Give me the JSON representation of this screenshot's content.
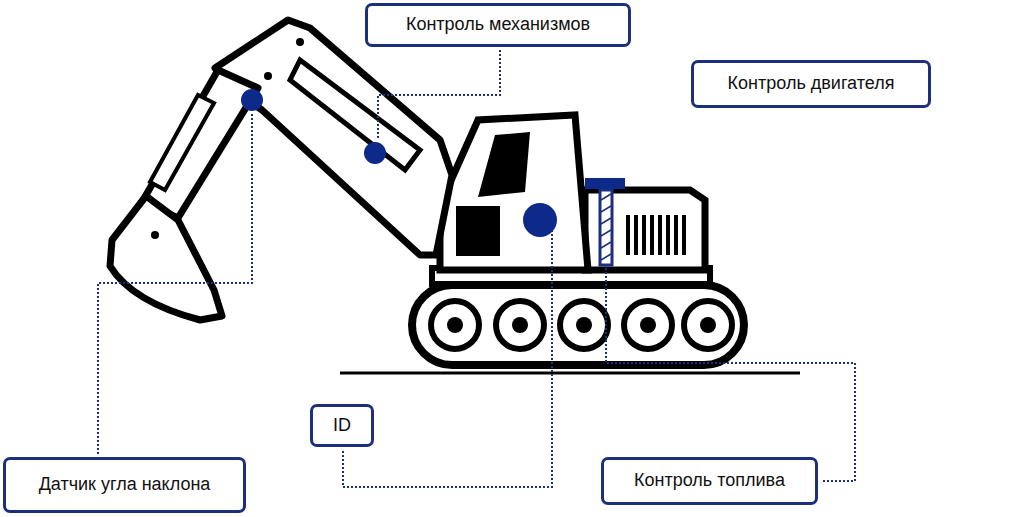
{
  "diagram": {
    "nodes": [
      {
        "text": [
          "Контроль механизмов"
        ]
      },
      {
        "text": [
          "Контроль двигателя"
        ]
      },
      {
        "text": [
          "ID"
        ]
      },
      {
        "text": [
          "Датчик угла наклона"
        ]
      },
      {
        "text": [
          "Контроль топлива"
        ]
      }
    ]
  }
}
